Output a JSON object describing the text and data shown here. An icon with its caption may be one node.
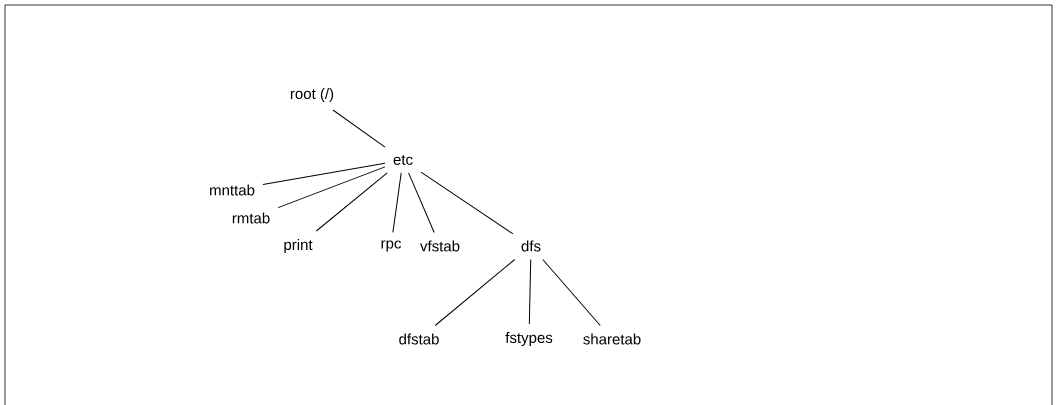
{
  "diagram": {
    "nodes": [
      {
        "text": [
          "root (/)"
        ]
      },
      {
        "text": [
          "etc"
        ]
      },
      {
        "text": [
          "mnttab"
        ]
      },
      {
        "text": [
          "rmtab"
        ]
      },
      {
        "text": [
          "print"
        ]
      },
      {
        "text": [
          "rpc"
        ]
      },
      {
        "text": [
          "vfstab"
        ]
      },
      {
        "text": [
          "dfs"
        ]
      },
      {
        "text": [
          "dfstab"
        ]
      },
      {
        "text": [
          "fstypes"
        ]
      },
      {
        "text": [
          "sharetab"
        ]
      }
    ],
    "edges": [
      {
        "from": 0,
        "to": 1,
        "arrow": "none"
      },
      {
        "from": 1,
        "to": 2,
        "arrow": "none"
      },
      {
        "from": 1,
        "to": 3,
        "arrow": "none"
      },
      {
        "from": 1,
        "to": 4,
        "arrow": "none"
      },
      {
        "from": 1,
        "to": 5,
        "arrow": "none"
      },
      {
        "from": 1,
        "to": 6,
        "arrow": "none"
      },
      {
        "from": 1,
        "to": 7,
        "arrow": "none"
      },
      {
        "from": 7,
        "to": 8,
        "arrow": "none"
      },
      {
        "from": 7,
        "to": 9,
        "arrow": "none"
      },
      {
        "from": 7,
        "to": 10,
        "arrow": "none"
      }
    ]
  }
}
